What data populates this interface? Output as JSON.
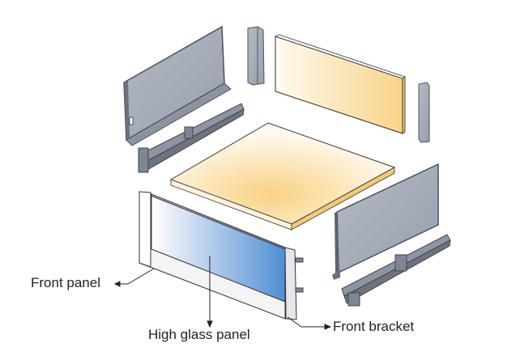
{
  "labels": {
    "front_panel": "Front panel",
    "high_glass_panel": "High glass panel",
    "front_bracket": "Front bracket"
  },
  "colors": {
    "metal": "#a3abb8",
    "metal_dark": "#5d6470",
    "wood": "#f8d48a",
    "glass": "#4f8fd6",
    "outline": "#333333"
  }
}
